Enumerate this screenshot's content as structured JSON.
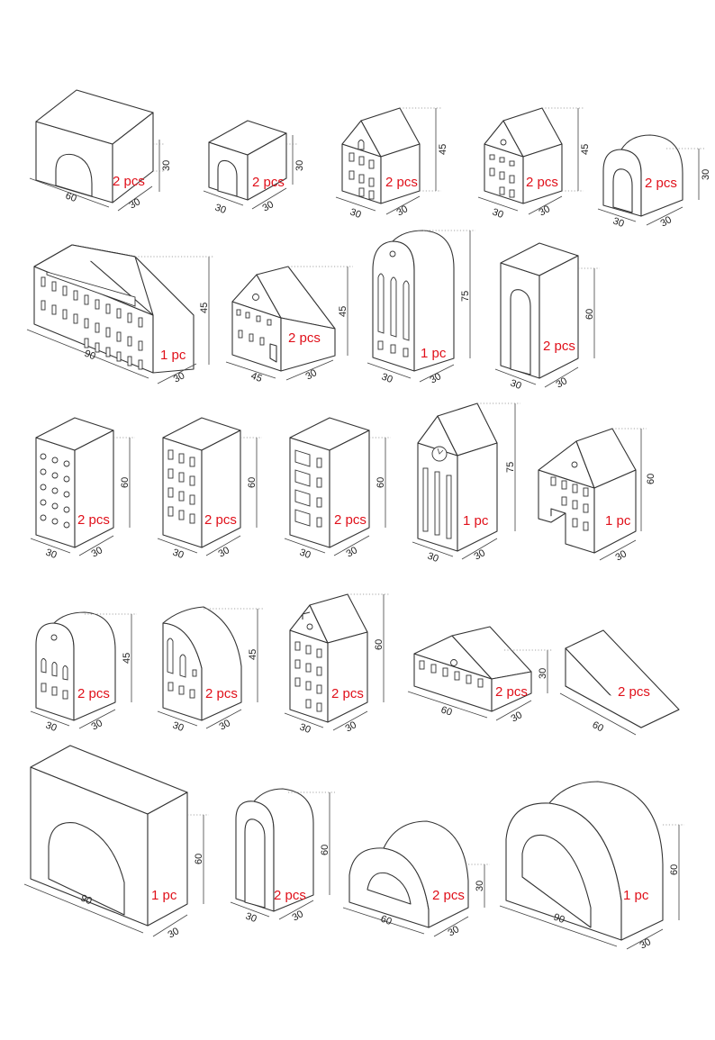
{
  "colors": {
    "line": "#333333",
    "quantity": "#e0101a",
    "background": "#ffffff"
  },
  "rows": [
    {
      "row": 1,
      "pieces": [
        {
          "id": "arch-house-60",
          "shape": "box with arch opening",
          "quantity": "2 pcs",
          "dimensions": {
            "length": "60",
            "width": "30",
            "height": "30"
          }
        },
        {
          "id": "small-arch-cube",
          "shape": "cube with arch opening",
          "quantity": "2 pcs",
          "dimensions": {
            "length": "30",
            "width": "30",
            "height": "30"
          }
        },
        {
          "id": "gabled-house-a",
          "shape": "gabled house with arched window",
          "quantity": "2 pcs",
          "dimensions": {
            "length": "30",
            "width": "30",
            "height": "45"
          }
        },
        {
          "id": "gabled-house-b",
          "shape": "gabled house with round window",
          "quantity": "2 pcs",
          "dimensions": {
            "length": "30",
            "width": "30",
            "height": "45"
          }
        },
        {
          "id": "round-arch-small",
          "shape": "rounded arch",
          "quantity": "2 pcs",
          "dimensions": {
            "length": "30",
            "width": "30",
            "height": "30"
          }
        }
      ]
    },
    {
      "row": 2,
      "pieces": [
        {
          "id": "palace",
          "shape": "wide gabled palace with pediment",
          "quantity": "1 pc",
          "dimensions": {
            "length": "90",
            "width": "30",
            "height": "45"
          }
        },
        {
          "id": "house-45-wide",
          "shape": "gabled house with door",
          "quantity": "2 pcs",
          "dimensions": {
            "length": "45",
            "width": "30",
            "height": "45"
          }
        },
        {
          "id": "church-tall",
          "shape": "tall rounded tower",
          "quantity": "1 pc",
          "dimensions": {
            "length": "30",
            "width": "30",
            "height": "75"
          }
        },
        {
          "id": "tall-gate",
          "shape": "tall box with arch",
          "quantity": "2 pcs",
          "dimensions": {
            "length": "30",
            "width": "30",
            "height": "60"
          }
        }
      ]
    },
    {
      "row": 3,
      "pieces": [
        {
          "id": "tower-round-windows",
          "shape": "block with round windows",
          "quantity": "2 pcs",
          "dimensions": {
            "length": "30",
            "width": "30",
            "height": "60"
          }
        },
        {
          "id": "tower-tall-windows",
          "shape": "block with windows",
          "quantity": "2 pcs",
          "dimensions": {
            "length": "30",
            "width": "30",
            "height": "60"
          }
        },
        {
          "id": "tower-wide-windows",
          "shape": "block with wide windows",
          "quantity": "2 pcs",
          "dimensions": {
            "length": "30",
            "width": "30",
            "height": "60"
          }
        },
        {
          "id": "clock-tower",
          "shape": "tall gabled tower with clock",
          "quantity": "1 pc",
          "dimensions": {
            "length": "30",
            "width": "30",
            "height": "75"
          }
        },
        {
          "id": "house-with-door",
          "shape": "gabled house with entrance",
          "quantity": "1 pc",
          "dimensions": {
            "width": "30",
            "height": "60"
          }
        }
      ]
    },
    {
      "row": 4,
      "pieces": [
        {
          "id": "round-top-house",
          "shape": "round-top house",
          "quantity": "2 pcs",
          "dimensions": {
            "length": "30",
            "width": "30",
            "height": "45"
          }
        },
        {
          "id": "quarter-round-house",
          "shape": "quarter-round house",
          "quantity": "2 pcs",
          "dimensions": {
            "length": "30",
            "width": "30",
            "height": "45"
          }
        },
        {
          "id": "narrow-gabled-tower",
          "shape": "narrow gabled tower",
          "quantity": "2 pcs",
          "dimensions": {
            "length": "30",
            "width": "30",
            "height": "60"
          }
        },
        {
          "id": "long-low-house",
          "shape": "long low gabled house",
          "quantity": "2 pcs",
          "dimensions": {
            "length": "60",
            "width": "30",
            "height": "30"
          }
        },
        {
          "id": "ramp",
          "shape": "wedge ramp",
          "quantity": "2 pcs",
          "dimensions": {
            "length": "60"
          }
        }
      ]
    },
    {
      "row": 5,
      "pieces": [
        {
          "id": "big-bridge",
          "shape": "large bridge with arch",
          "quantity": "1 pc",
          "dimensions": {
            "length": "90",
            "width": "30",
            "height": "60"
          }
        },
        {
          "id": "tall-arch-gate",
          "shape": "tall arched gate",
          "quantity": "2 pcs",
          "dimensions": {
            "length": "30",
            "width": "30",
            "height": "60"
          }
        },
        {
          "id": "low-arch",
          "shape": "low rounded arch",
          "quantity": "2 pcs",
          "dimensions": {
            "length": "60",
            "width": "30",
            "height": "30"
          }
        },
        {
          "id": "big-arch",
          "shape": "large semicircular arch",
          "quantity": "1 pc",
          "dimensions": {
            "length": "90",
            "width": "30",
            "height": "60"
          }
        }
      ]
    }
  ]
}
